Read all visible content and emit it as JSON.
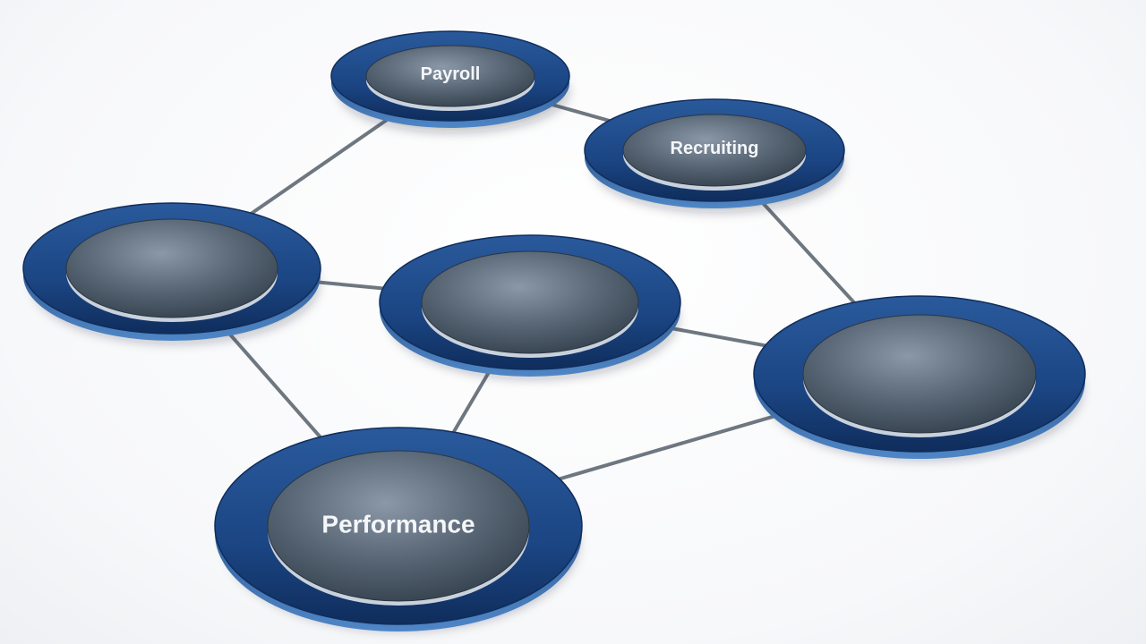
{
  "diagram": {
    "nodes": [
      {
        "id": "payroll",
        "label": "Payroll"
      },
      {
        "id": "recruiting",
        "label": "Recruiting"
      },
      {
        "id": "left",
        "label": ""
      },
      {
        "id": "center",
        "label": ""
      },
      {
        "id": "right",
        "label": ""
      },
      {
        "id": "performance",
        "label": "Performance"
      }
    ],
    "edges": [
      [
        "payroll",
        "recruiting"
      ],
      [
        "payroll",
        "left"
      ],
      [
        "recruiting",
        "right"
      ],
      [
        "left",
        "center"
      ],
      [
        "center",
        "right"
      ],
      [
        "left",
        "performance"
      ],
      [
        "center",
        "performance"
      ],
      [
        "right",
        "performance"
      ]
    ],
    "colors": {
      "ring": "#1e4a86",
      "ring_dark": "#0f2d5c",
      "ring_light": "#3f76b8",
      "disc": "#4d5a68",
      "disc_light": "#8694a3",
      "disc_dark": "#2c3640",
      "edge": "#6e7780",
      "label": "#f4f6f9"
    }
  }
}
